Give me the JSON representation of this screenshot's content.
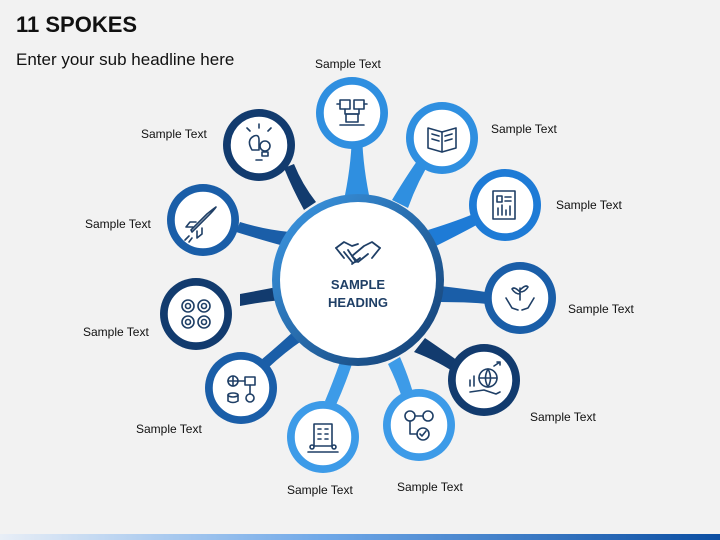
{
  "header": {
    "title": "11 SPOKES",
    "subtitle": "Enter your sub headline here"
  },
  "center": {
    "heading_line1": "SAMPLE",
    "heading_line2": "HEADING",
    "icon": "handshake-icon"
  },
  "spokes": [
    {
      "label": "Sample Text",
      "icon": "pipe-valve-icon",
      "color": "#2f8fe0"
    },
    {
      "label": "Sample Text",
      "icon": "book-icon",
      "color": "#2f8fe0"
    },
    {
      "label": "Sample Text",
      "icon": "report-chart-icon",
      "color": "#1e7bd6"
    },
    {
      "label": "Sample Text",
      "icon": "hands-plant-icon",
      "color": "#1a5ea8"
    },
    {
      "label": "Sample Text",
      "icon": "globe-growth-icon",
      "color": "#123b6e"
    },
    {
      "label": "Sample Text",
      "icon": "gears-process-icon",
      "color": "#3d9be8"
    },
    {
      "label": "Sample Text",
      "icon": "office-building-icon",
      "color": "#3d9be8"
    },
    {
      "label": "Sample Text",
      "icon": "network-database-icon",
      "color": "#1a5ea8"
    },
    {
      "label": "Sample Text",
      "icon": "speakers-icon",
      "color": "#123b6e"
    },
    {
      "label": "Sample Text",
      "icon": "rocket-icon",
      "color": "#1a5ea8"
    },
    {
      "label": "Sample Text",
      "icon": "idea-gears-icon",
      "color": "#123b6e"
    }
  ]
}
